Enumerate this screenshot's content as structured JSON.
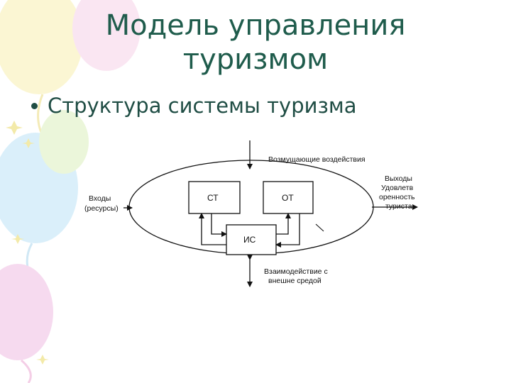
{
  "slide": {
    "title_line1": "Модель управления",
    "title_line2": "туризмом",
    "bullet": "Структура системы туризма"
  },
  "diagram": {
    "box_ct": "СТ",
    "box_ot": "ОТ",
    "box_is": "ИС",
    "label_disturbances": "Возмущающие воздействия",
    "label_inputs_line1": "Входы",
    "label_inputs_line2": "(ресурсы)",
    "label_outputs_line1": "Выходы",
    "label_outputs_line2": "Удовлетв",
    "label_outputs_line3": "оренность",
    "label_outputs_line4": "туриста",
    "label_interaction_line1": "Взаимодействие с",
    "label_interaction_line2": "внешне средой"
  },
  "colors": {
    "title": "#1f5c4c",
    "text": "#1f4d44",
    "balloon_pink": "#f6d7ee",
    "balloon_blue": "#d6eefa",
    "balloon_yellow": "#fbf6cf",
    "balloon_green": "#e6f5cf"
  }
}
